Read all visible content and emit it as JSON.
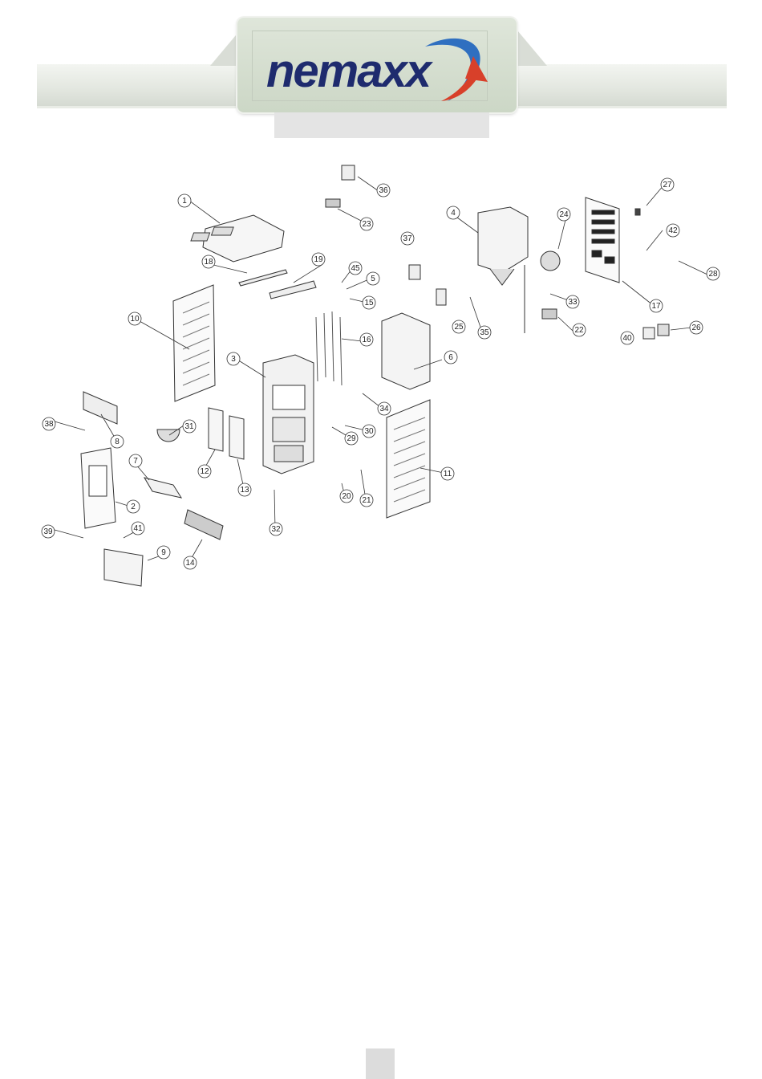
{
  "brand": {
    "name": "nemaxx",
    "colors": {
      "wordmark": "#1e2b6e",
      "swoosh_red": "#d8402a",
      "swoosh_blue": "#2f6fc0"
    }
  },
  "diagram": {
    "parts": [
      {
        "id": "1"
      },
      {
        "id": "2"
      },
      {
        "id": "3"
      },
      {
        "id": "4"
      },
      {
        "id": "5"
      },
      {
        "id": "6"
      },
      {
        "id": "7"
      },
      {
        "id": "8"
      },
      {
        "id": "9"
      },
      {
        "id": "10"
      },
      {
        "id": "11"
      },
      {
        "id": "12"
      },
      {
        "id": "13"
      },
      {
        "id": "14"
      },
      {
        "id": "15"
      },
      {
        "id": "16"
      },
      {
        "id": "17"
      },
      {
        "id": "18"
      },
      {
        "id": "19"
      },
      {
        "id": "20"
      },
      {
        "id": "21"
      },
      {
        "id": "22"
      },
      {
        "id": "23"
      },
      {
        "id": "24"
      },
      {
        "id": "25"
      },
      {
        "id": "26"
      },
      {
        "id": "27"
      },
      {
        "id": "28"
      },
      {
        "id": "29"
      },
      {
        "id": "30"
      },
      {
        "id": "31"
      },
      {
        "id": "32"
      },
      {
        "id": "33"
      },
      {
        "id": "34"
      },
      {
        "id": "35"
      },
      {
        "id": "36"
      },
      {
        "id": "37"
      },
      {
        "id": "38"
      },
      {
        "id": "39"
      },
      {
        "id": "40"
      },
      {
        "id": "41"
      },
      {
        "id": "42"
      },
      {
        "id": "45"
      }
    ]
  }
}
